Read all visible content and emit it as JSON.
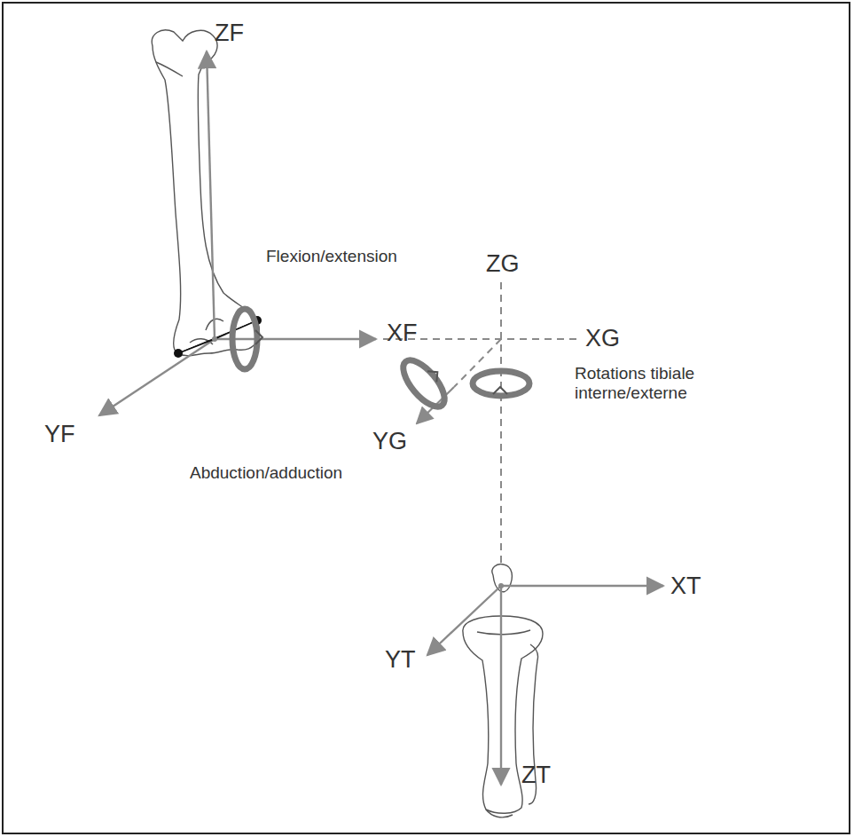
{
  "diagram": {
    "labels": [
      "ZF",
      "Flexion/extension",
      "ZG",
      "XF",
      "XG",
      "Rotations tibiale interne/externe",
      "YF",
      "YG",
      "Abduction/adduction",
      "XT",
      "YT",
      "ZT"
    ]
  }
}
